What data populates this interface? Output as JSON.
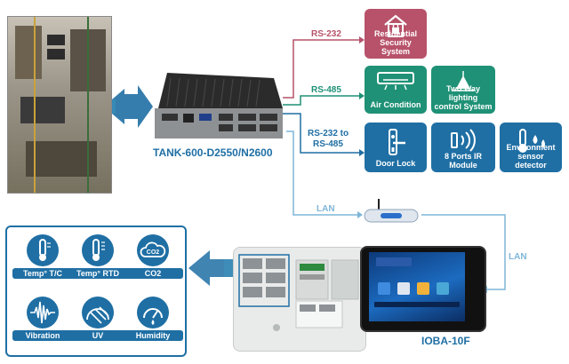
{
  "controller": {
    "model": "TANK-600-D2550/N2600"
  },
  "panel": {
    "model": "IOBA-10F"
  },
  "links": {
    "rs232": "RS-232",
    "rs485": "RS-485",
    "rs232_to_rs485_line1": "RS-232 to",
    "rs232_to_rs485_line2": "RS-485",
    "lan_router": "LAN",
    "lan_panel": "LAN"
  },
  "devices": {
    "residential_line1": "Residential",
    "residential_line2": "Security System",
    "air_condition": "Air Condition",
    "lighting_line1": "Two Way lighting",
    "lighting_line2": "control System",
    "door_lock": "Door Lock",
    "ir_line1": "8 Ports IR",
    "ir_line2": "Module",
    "env_line1": "Environment",
    "env_line2": "sensor detector"
  },
  "sensors": {
    "temp_tc": "Temp° T/C",
    "temp_rtd": "Temp° RTD",
    "co2": "CO2",
    "co2_icon_text": "CO2",
    "vibration": "Vibration",
    "uv": "UV",
    "humidity": "Humidity"
  },
  "colors": {
    "blue": "#1f6fa4",
    "teal": "#1f9176",
    "red": "#b7526a",
    "light_blue": "#7fb6d9"
  }
}
